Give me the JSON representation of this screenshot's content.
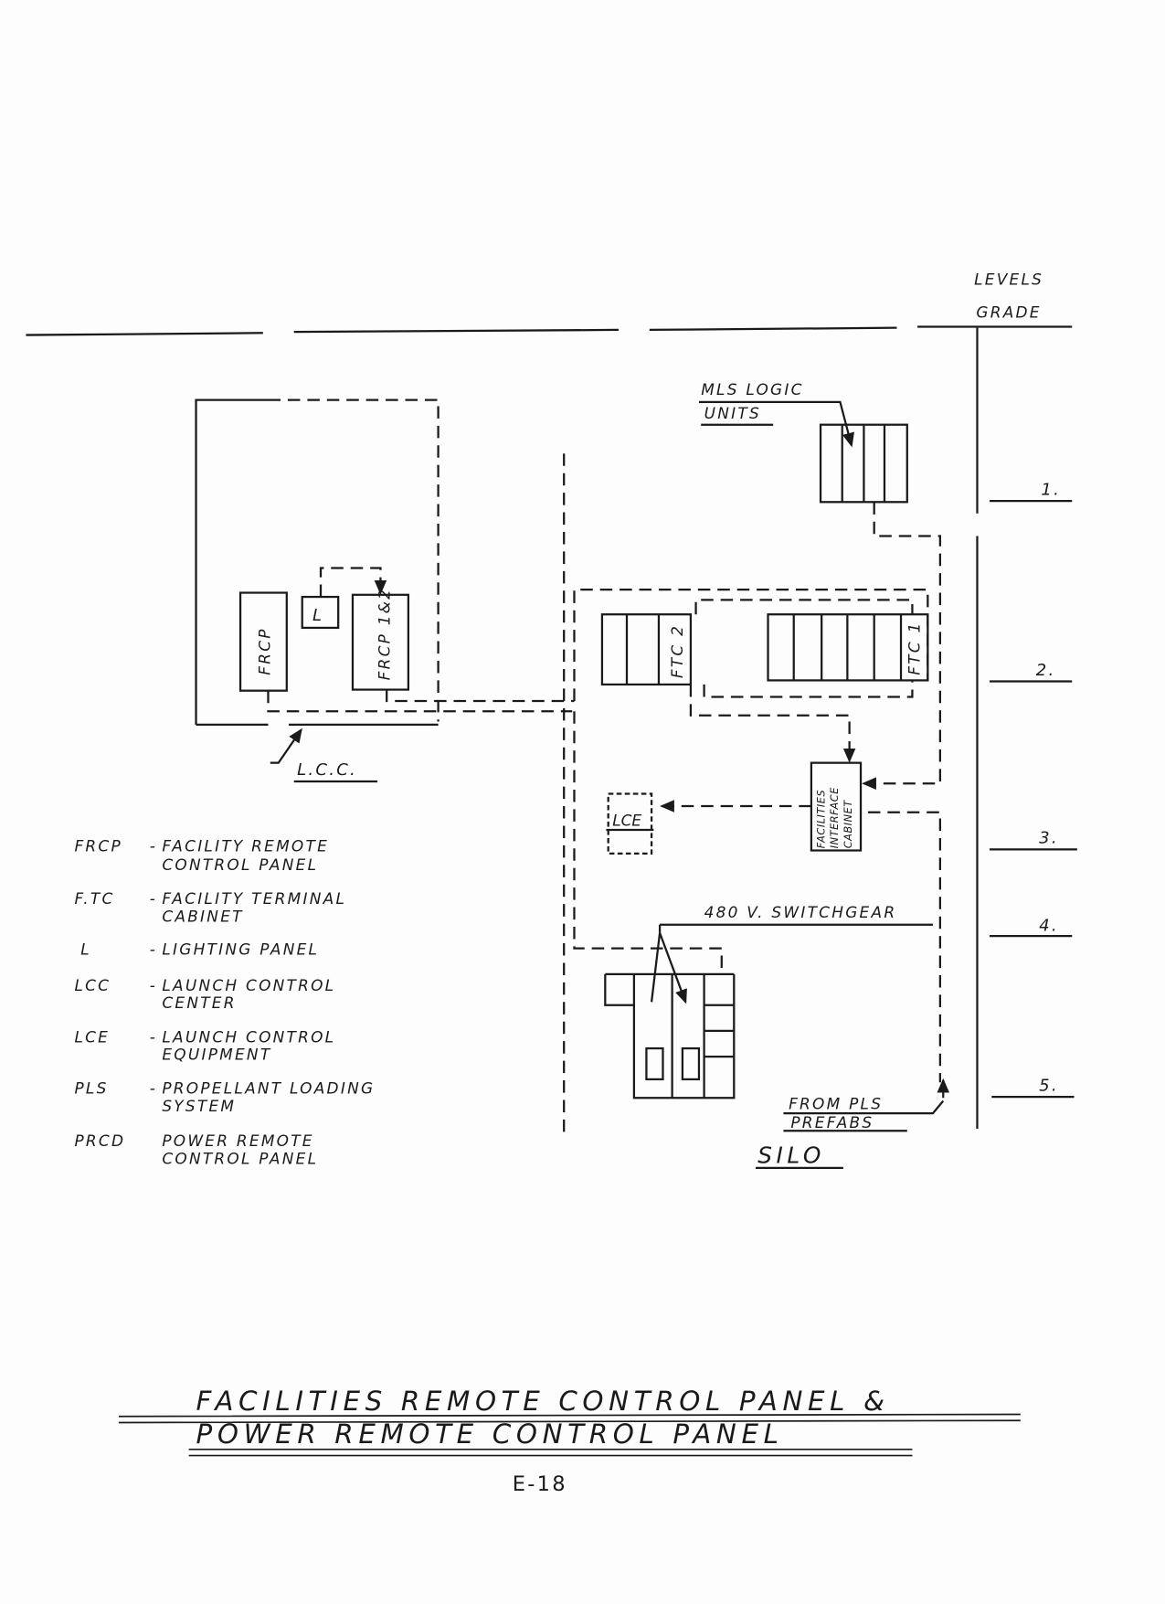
{
  "levels": {
    "header": "LEVELS",
    "grade": "GRADE",
    "marks": [
      "1.",
      "2.",
      "3.",
      "4.",
      "5."
    ]
  },
  "labels": {
    "mls": [
      "MLS LOGIC",
      "UNITS"
    ],
    "frcp": "FRCP",
    "lighting": "L",
    "frcp12": "FRCP 1&2",
    "lcc": "L.C.C.",
    "ftc2": "FTC 2",
    "ftc1": "FTC 1",
    "fic": [
      "FACILITIES",
      "INTERFACE",
      "CABINET"
    ],
    "lce": "LCE",
    "switchgear": "480 V. SWITCHGEAR",
    "from_pls": [
      "FROM PLS",
      "PREFABS"
    ],
    "silo": "SILO"
  },
  "legend": [
    {
      "abbr": "FRCP",
      "sep": "-",
      "lines": [
        "FACILITY REMOTE",
        "CONTROL PANEL"
      ]
    },
    {
      "abbr": "F.TC",
      "sep": "-",
      "lines": [
        "FACILITY  TERMINAL",
        "CABINET"
      ]
    },
    {
      "abbr": "L",
      "sep": "-",
      "lines": [
        "LIGHTING PANEL"
      ]
    },
    {
      "abbr": "LCC",
      "sep": "-",
      "lines": [
        "LAUNCH  CONTROL",
        "CENTER"
      ]
    },
    {
      "abbr": "LCE",
      "sep": "-",
      "lines": [
        "LAUNCH  CONTROL",
        "EQUIPMENT"
      ]
    },
    {
      "abbr": "PLS",
      "sep": "-",
      "lines": [
        "PROPELLANT LOADING",
        "SYSTEM"
      ]
    },
    {
      "abbr": "PRCD",
      "sep": "",
      "lines": [
        "POWER REMOTE",
        "CONTROL PANEL"
      ]
    }
  ],
  "title": {
    "line1": "FACILITIES REMOTE CONTROL PANEL &",
    "line2": "POWER REMOTE CONTROL PANEL",
    "page": "E-18"
  }
}
